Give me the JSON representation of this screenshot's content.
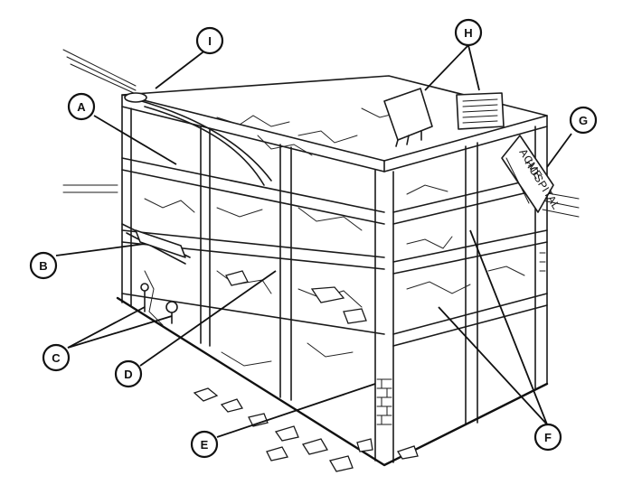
{
  "diagram": {
    "callouts": [
      {
        "letter": "A"
      },
      {
        "letter": "B"
      },
      {
        "letter": "C"
      },
      {
        "letter": "D"
      },
      {
        "letter": "E"
      },
      {
        "letter": "F"
      },
      {
        "letter": "G"
      },
      {
        "letter": "H"
      },
      {
        "letter": "I"
      }
    ],
    "sign": {
      "line1": "ACME",
      "line2": "HOSPITAL"
    },
    "colors": {
      "ink": "#1a1a1a",
      "paper": "#ffffff"
    }
  }
}
